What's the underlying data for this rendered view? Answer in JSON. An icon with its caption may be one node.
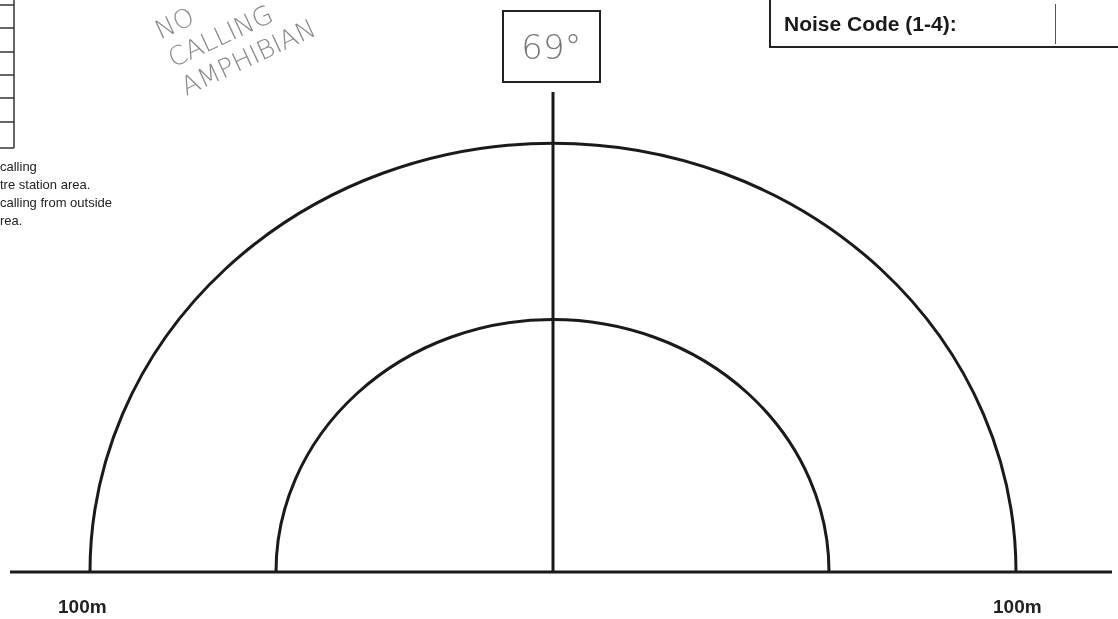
{
  "diagram": {
    "nodes": [
      {
        "text": [
          "69°"
        ]
      },
      {
        "text": [
          "Noise Code (1-4):"
        ]
      }
    ],
    "labels": [
      "NO CALLING AMPHIBIAN",
      "calling",
      "tre station area.",
      "calling from outside",
      "rea.",
      "100m",
      "100m"
    ]
  }
}
